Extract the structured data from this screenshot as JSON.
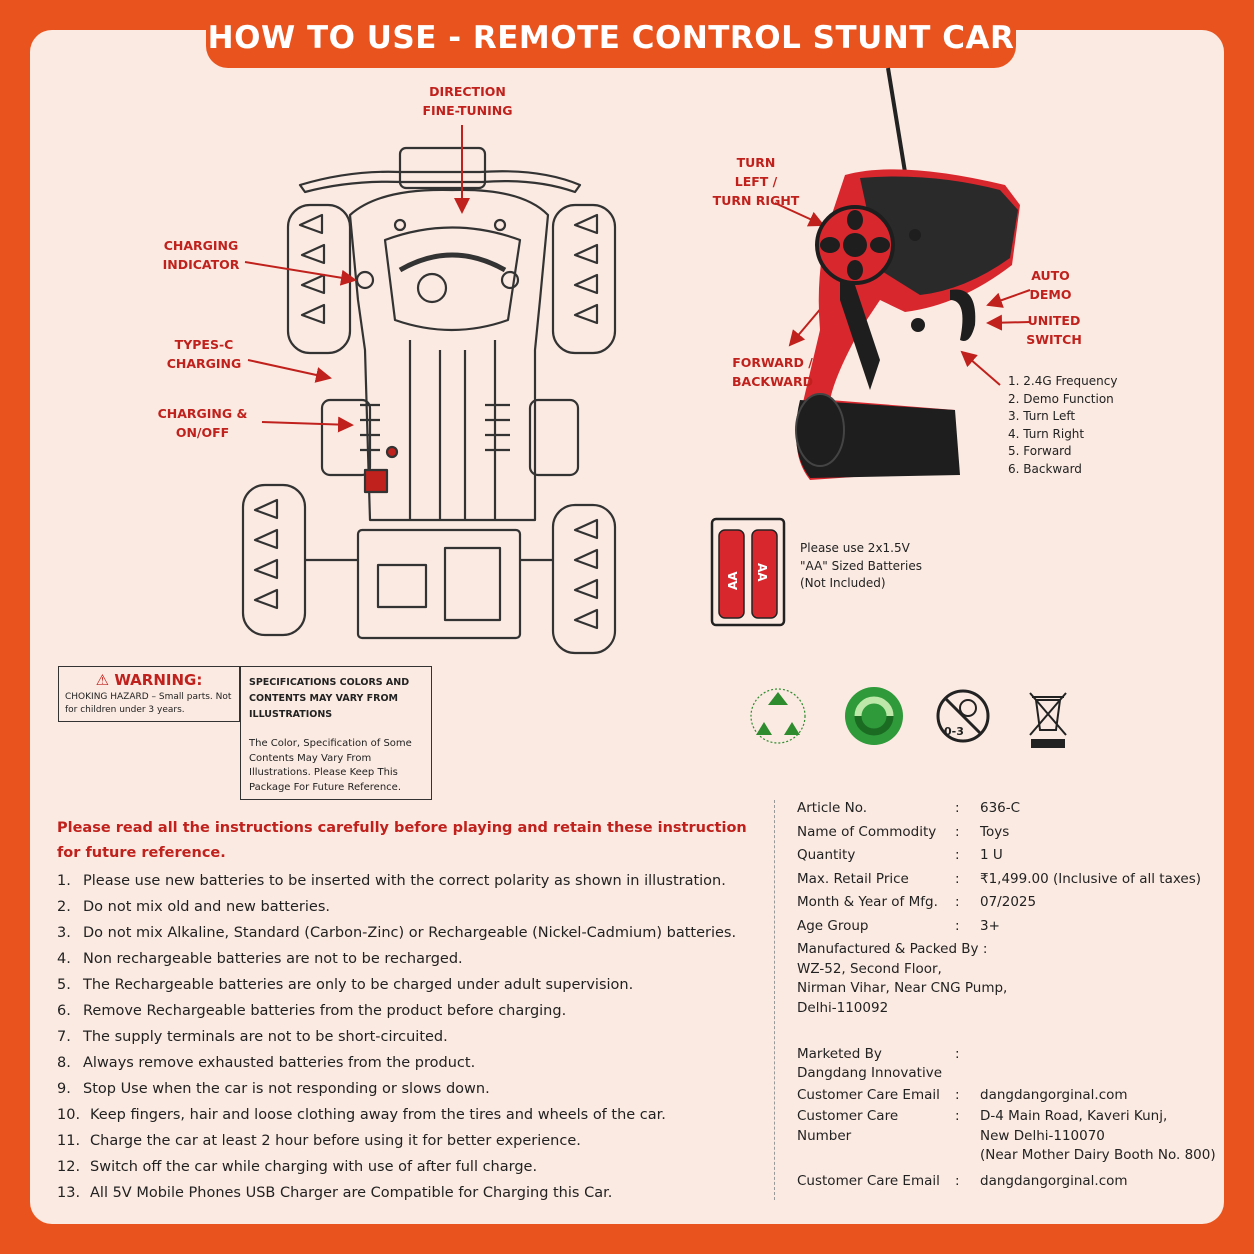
{
  "title": "HOW TO USE - REMOTE CONTROL STUNT CAR",
  "callouts": {
    "direction_fine_tuning": "DIRECTION\nFINE-TUNING",
    "charging_indicator": "CHARGING\nINDICATOR",
    "types_c_charging": "TYPES-C\nCHARGING",
    "charging_on_off": "CHARGING &\nON/OFF",
    "turn": "TURN\nLEFT /\nTURN RIGHT",
    "forward_backward": "FORWARD /\nBACKWARD",
    "auto_demo": "AUTO\nDEMO",
    "united_switch": "UNITED\nSWITCH"
  },
  "features": [
    "1. 2.4G Frequency",
    "2. Demo Function",
    "3. Turn Left",
    "4. Turn Right",
    "5. Forward",
    "6. Backward"
  ],
  "battery_label": "AA",
  "battery_note": "Please use 2x1.5V \"AA\" Sized Batteries (Not Included)",
  "warning": {
    "title": "WARNING:",
    "text": "CHOKING HAZARD – Small parts. Not for children under 3 years."
  },
  "spec_box": {
    "heading": "SPECIFICATIONS COLORS AND CONTENTS MAY VARY FROM ILLUSTRATIONS",
    "body": "The Color, Specification of Some Contents May Vary From Illustrations. Please Keep This Package For Future Reference."
  },
  "age_icon_label": "0-3",
  "instructions_heading": "Please read all the instructions carefully before playing and retain these instruction for future reference.",
  "instructions": [
    {
      "num": "1.",
      "text": "Please use new batteries to be inserted with the correct polarity as shown in illustration."
    },
    {
      "num": "2.",
      "text": "Do not mix old and new batteries."
    },
    {
      "num": "3.",
      "text": "Do not mix Alkaline, Standard (Carbon-Zinc) or Rechargeable (Nickel-Cadmium) batteries."
    },
    {
      "num": "4.",
      "text": "Non rechargeable batteries are not to be recharged."
    },
    {
      "num": "5.",
      "text": "The Rechargeable batteries are only to be charged under adult supervision."
    },
    {
      "num": "6.",
      "text": "Remove Rechargeable batteries from the product before charging."
    },
    {
      "num": "7.",
      "text": "The supply terminals are not to be short-circuited."
    },
    {
      "num": "8.",
      "text": "Always remove exhausted batteries from the product."
    },
    {
      "num": "9.",
      "text": "Stop Use when the car is not responding or slows down."
    },
    {
      "num": "10.",
      "text": "Keep fingers, hair and loose clothing away from the tires and wheels of the car."
    },
    {
      "num": "11.",
      "text": "Charge the car at least 2 hour before using it for better experience."
    },
    {
      "num": "12.",
      "text": "Switch off the car while charging with use of after full charge."
    },
    {
      "num": "13.",
      "text": "All 5V Mobile Phones USB Charger are Compatible for Charging this Car."
    }
  ],
  "product_info": {
    "article_no": {
      "key": "Article No.",
      "sep": ":",
      "val": "636-C"
    },
    "commodity": {
      "key": "Name of Commodity",
      "sep": ":",
      "val": "Toys"
    },
    "quantity": {
      "key": "Quantity",
      "sep": ":",
      "val": "1 U"
    },
    "mrp": {
      "key": "Max. Retail Price",
      "sep": ":",
      "val": "₹1,499.00 (Inclusive of all taxes)"
    },
    "mfg": {
      "key": "Month & Year of Mfg.",
      "sep": ":",
      "val": "07/2025"
    },
    "age": {
      "key": "Age Group",
      "sep": ":",
      "val": "3+"
    },
    "manufactured_key": "Manufactured & Packed By  :",
    "manufactured_addr": [
      "WZ-52, Second Floor,",
      "Nirman Vihar, Near CNG Pump,",
      "Delhi-110092"
    ],
    "marketed_key": "Marketed By",
    "marketed_sep": ":",
    "marketed_name": "Dangdang Innovative",
    "care_email": {
      "key": "Customer Care Email",
      "sep": ":",
      "val": "dangdangorginal.com"
    },
    "care_number": {
      "key": "Customer Care Number",
      "sep": ":",
      "val": [
        "D-4 Main Road, Kaveri Kunj,",
        "New Delhi-110070",
        "(Near Mother Dairy Booth No. 800)"
      ]
    },
    "care_email_2": {
      "key": "Customer Care Email",
      "sep": ":",
      "val": "dangdangorginal.com"
    }
  },
  "colors": {
    "accent": "#e8531e",
    "card": "#fbeae2",
    "callout": "#c0211c"
  }
}
